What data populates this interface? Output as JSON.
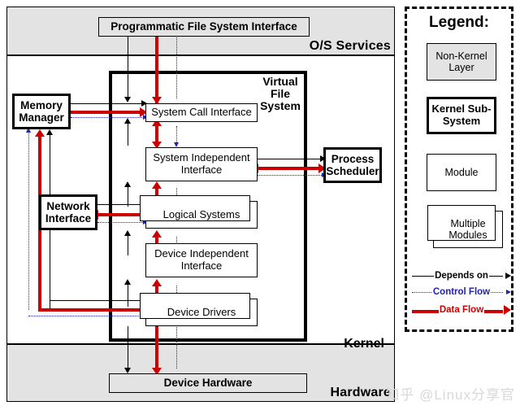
{
  "bands": {
    "os_services": "O/S Services",
    "kernel": "Kernel",
    "hardware": "Hardware"
  },
  "containers": {
    "virtual_file_system": "Virtual\nFile\nSystem"
  },
  "boxes": {
    "programmatic_file_system_interface": "Programmatic File System Interface",
    "memory_manager": "Memory\nManager",
    "network_interface": "Network\nInterface",
    "process_scheduler": "Process\nScheduler",
    "system_call_interface": "System Call Interface",
    "system_independent_interface": "System Independent\nInterface",
    "logical_systems": "Logical Systems",
    "device_independent_interface": "Device Independent\nInterface",
    "device_drivers": "Device Drivers",
    "device_hardware": "Device Hardware"
  },
  "legend": {
    "title": "Legend:",
    "items": [
      {
        "name": "non-kernel-layer",
        "label": "Non-Kernel\nLayer"
      },
      {
        "name": "kernel-sub-system",
        "label": "Kernel Sub-\nSystem"
      },
      {
        "name": "module",
        "label": "Module"
      },
      {
        "name": "multiple-modules",
        "label": "Multiple\nModules"
      }
    ],
    "keys": [
      {
        "name": "depends-on",
        "label": "Depends on",
        "color": "#000000"
      },
      {
        "name": "control-flow",
        "label": "Control Flow",
        "color": "#2222aa"
      },
      {
        "name": "data-flow",
        "label": "Data Flow",
        "color": "#cc0000"
      }
    ]
  },
  "watermark": "知乎 @Linux分享官",
  "colors": {
    "band_fill": "#e3e3e3",
    "depends_on": "#000000",
    "control_flow": "#2222aa",
    "data_flow": "#cc0000",
    "border": "#000000"
  }
}
